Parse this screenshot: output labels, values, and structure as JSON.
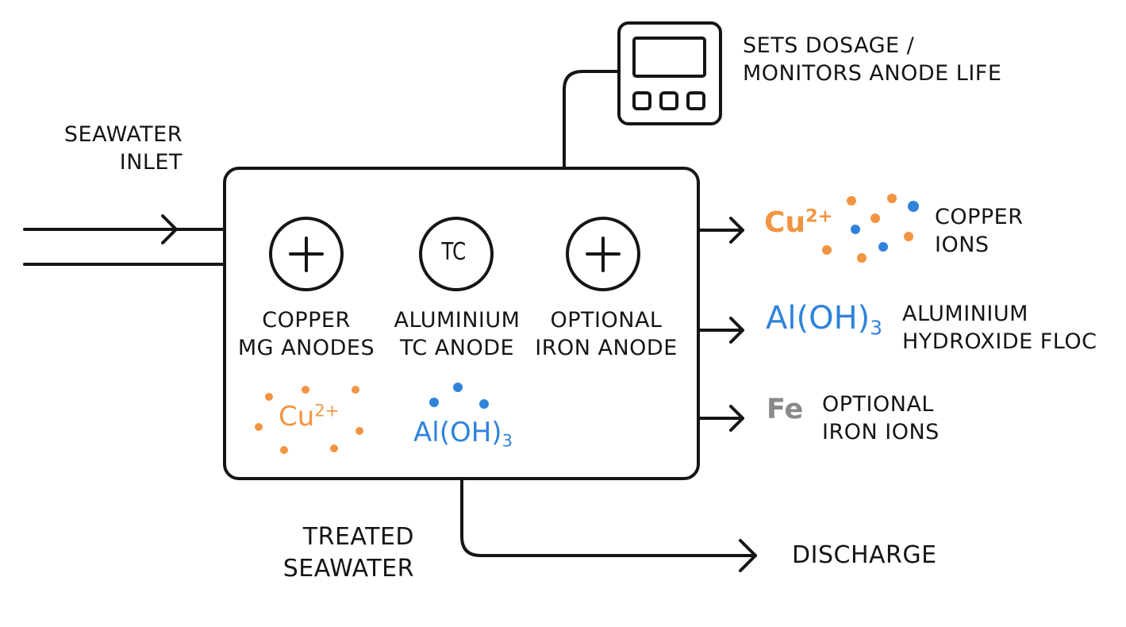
{
  "colors": {
    "stroke": "#151515",
    "copper": "#F29441",
    "aluminium": "#2F83DA",
    "iron": "#8A8A8A"
  },
  "inlet": {
    "lines": [
      "SEAWATER",
      "INLET"
    ]
  },
  "controller": {
    "icon": "controller-icon",
    "lines": [
      "SETS DOSAGE /",
      "MONITORS ANODE LIFE"
    ]
  },
  "anodes": [
    {
      "symbol": "plus",
      "icon": "plus-circle-icon",
      "lines": [
        "COPPER",
        "MG ANODES"
      ]
    },
    {
      "symbol": "TC",
      "icon": "tc-circle-icon",
      "lines": [
        "ALUMINIUM",
        "TC ANODE"
      ]
    },
    {
      "symbol": "plus",
      "icon": "plus-circle-icon",
      "lines": [
        "OPTIONAL",
        "IRON ANODE"
      ]
    }
  ],
  "inside_species": {
    "copper": {
      "base": "Cu",
      "sup": "2+"
    },
    "aluminium": {
      "base": "Al(OH)",
      "sub": "3"
    }
  },
  "outputs": [
    {
      "formula": {
        "base": "Cu",
        "sup": "2+"
      },
      "lines": [
        "COPPER",
        "IONS"
      ]
    },
    {
      "formula": {
        "base": "Al(OH)",
        "sub": "3"
      },
      "lines": [
        "ALUMINIUM",
        "HYDROXIDE FLOC"
      ]
    },
    {
      "formula": {
        "base": "Fe"
      },
      "lines": [
        "OPTIONAL",
        "IRON IONS"
      ]
    }
  ],
  "treated": {
    "lines": [
      "TREATED",
      "SEAWATER"
    ]
  },
  "discharge": {
    "label": "DISCHARGE"
  }
}
